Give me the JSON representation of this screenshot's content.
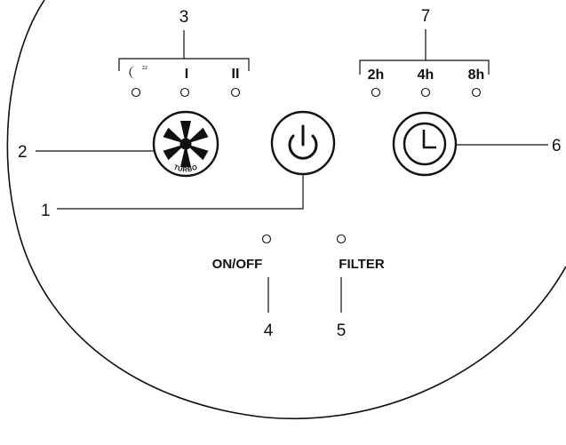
{
  "callouts": {
    "c1": "1",
    "c2": "2",
    "c3": "3",
    "c4": "4",
    "c5": "5",
    "c6": "6",
    "c7": "7"
  },
  "speed_group": {
    "night_icon": "night-mode-moon-icon",
    "night_zz": "zz",
    "low": "I",
    "high": "II"
  },
  "timer_group": {
    "t1": "2h",
    "t2": "4h",
    "t3": "8h"
  },
  "fan_button": {
    "icon": "fan-icon",
    "label": "TURBO"
  },
  "power_button": {
    "icon": "power-icon"
  },
  "timer_button": {
    "icon": "clock-icon"
  },
  "indicators": {
    "on_off": "ON/OFF",
    "filter": "FILTER"
  },
  "colors": {
    "ink": "#111111",
    "background": "#ffffff"
  }
}
